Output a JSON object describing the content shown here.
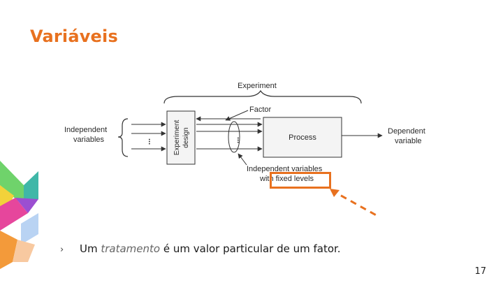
{
  "slide": {
    "title": "Variáveis",
    "page_number": "17",
    "accent_color": "#e8711f"
  },
  "diagram": {
    "experiment_label": "Experiment",
    "factor_label": "Factor",
    "independent_variables_line1": "Independent",
    "independent_variables_line2": "variables",
    "experiment_design_line1": "Experiment",
    "experiment_design_line2": "design",
    "process_label": "Process",
    "dependent_variable_line1": "Dependent",
    "dependent_variable_line2": "variable",
    "fixed_levels_line1": "Independent variables",
    "fixed_levels_line2": "with fixed levels",
    "dots": "..."
  },
  "bullets": [
    {
      "marker": "›",
      "before": "Um ",
      "emphasis": "tratamento",
      "after": " é um valor particular de um fator."
    }
  ]
}
